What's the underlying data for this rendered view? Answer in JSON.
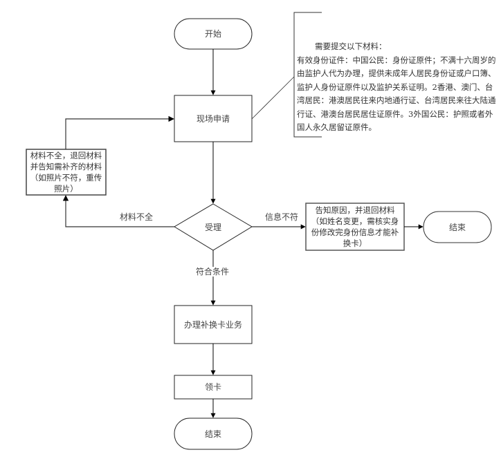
{
  "nodes": {
    "start": {
      "label": "开始"
    },
    "apply": {
      "label": "现场申请"
    },
    "accept": {
      "label": "受理"
    },
    "process": {
      "label": "办理补换卡业务"
    },
    "collect": {
      "label": "领卡"
    },
    "end_main": {
      "label": "结束"
    },
    "end_side": {
      "label": "结束"
    },
    "return_materials": {
      "label": "材料不全，退回材料并告知需补齐的材料（如照片不符，重传照片）"
    },
    "info_mismatch": {
      "label": "告知原因，并退回材料（如姓名变更，需核实身份修改完身份信息才能补换卡）"
    }
  },
  "edge_labels": {
    "incomplete": "材料不全",
    "mismatch": "信息不符",
    "qualified": "符合条件"
  },
  "callout": {
    "title": "需要提交以下材料：",
    "body": "有效身份证件：中国公民：身份证原件；不满十六周岁的由监护人代为办理，提供未成年人居民身份证或户口簿、监护人身份证原件以及监护关系证明。2香港、澳门、台湾居民：港澳居民往来内地通行证、台湾居民来往大陆通行证、港澳台居民居住证原件。3外国公民：护照或者外国人永久居留证原件。"
  }
}
